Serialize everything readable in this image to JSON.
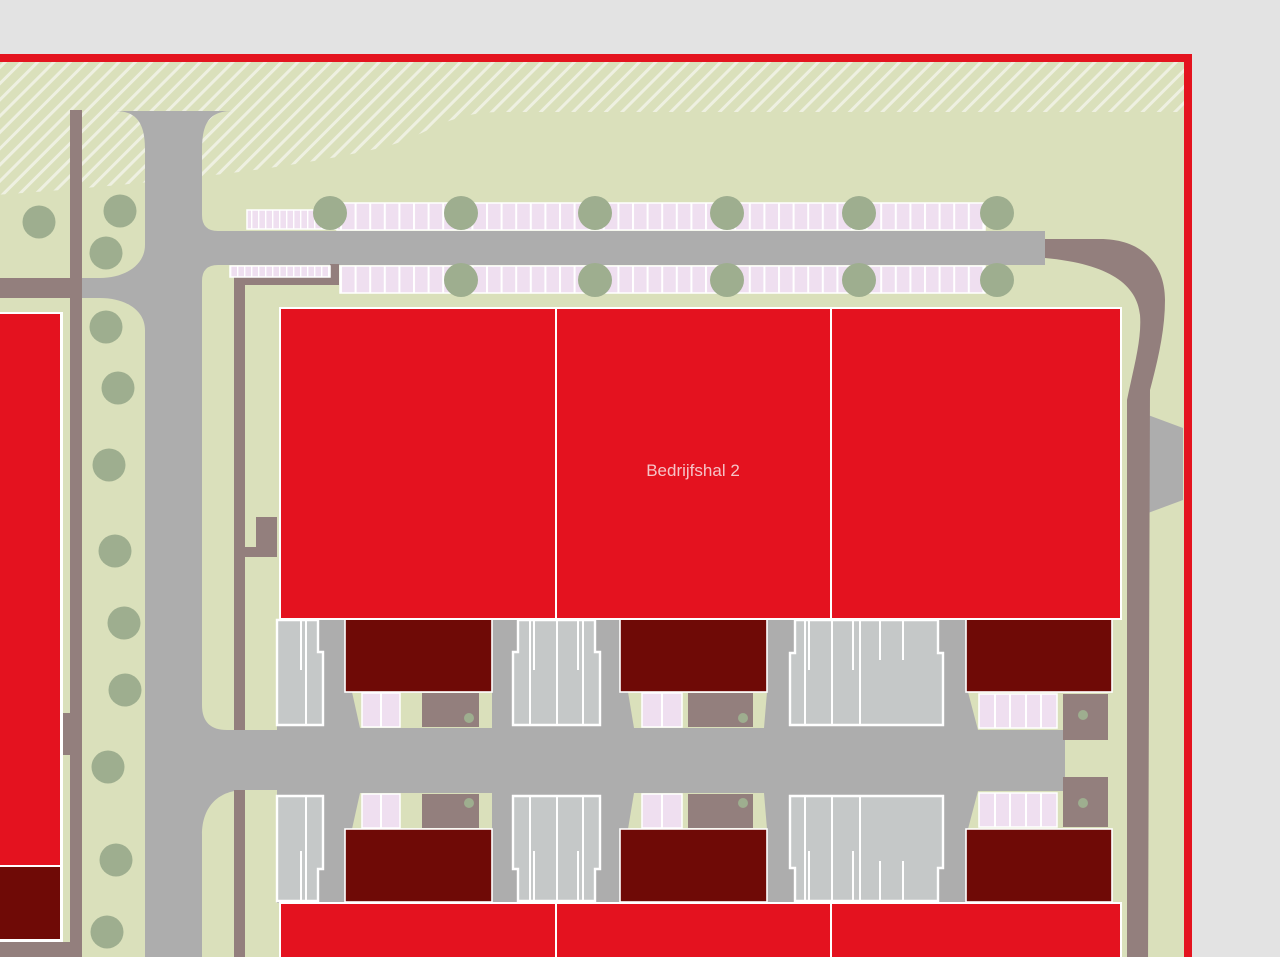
{
  "site_plan": {
    "halls": [
      {
        "position": "left",
        "label": "",
        "units": 1
      },
      {
        "position": "center-top",
        "label": "Bedrijfshal 2",
        "units": 3
      },
      {
        "position": "center-bottom",
        "label": "",
        "units": 3
      }
    ],
    "labels": {
      "hall_2": "Bedrijfshal 2"
    },
    "legend_features": [
      "hall",
      "office-unit",
      "parking-bay",
      "parking-stalls",
      "road",
      "footpath",
      "tree",
      "green-area",
      "hatched-zone",
      "site-boundary"
    ],
    "colors": {
      "background": "#e3e3e3",
      "site_boundary": "#e4141f",
      "grass": "#dae0bb",
      "hatch_stripe": "#eef0e1",
      "road": "#adadad",
      "parking_bay": "#c5c8c8",
      "footpath": "#937f7d",
      "parking_stall": "#efdff0",
      "hall": "#e4121f",
      "office_unit": "#6f0a06",
      "tree": "#9eae8f",
      "label": "#f5c3c7"
    }
  }
}
